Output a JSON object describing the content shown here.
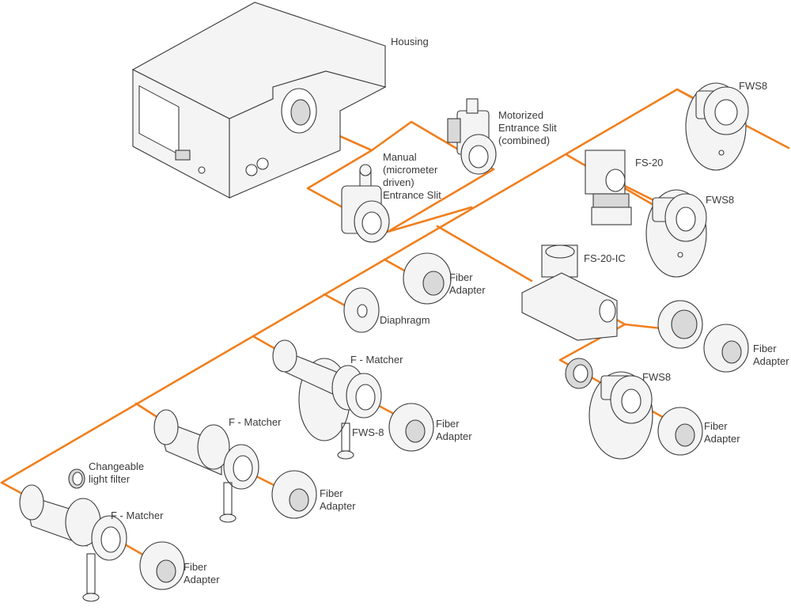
{
  "colors": {
    "connector": "#f07f1e",
    "outline": "#3a3a3a",
    "part_fill": "#f4f4f4",
    "part_shade": "#d9d9d9"
  },
  "labels": {
    "housing": "Housing",
    "motorized_slit": [
      "Motorized",
      "Entrance Slit",
      "(combined)"
    ],
    "manual_slit": [
      "Manual",
      "(micrometer",
      "driven)",
      "Entrance Slit"
    ],
    "fws8_top": "FWS8",
    "fs20": "FS-20",
    "fws8_mid": "FWS8",
    "fs20_ic": "FS-20-IC",
    "fiber_adapter_1": [
      "Fiber",
      "Adapter"
    ],
    "diaphragm": "Diaphragm",
    "f_matcher_1": "F - Matcher",
    "fws_8": "FWS-8",
    "fiber_adapter_2": [
      "Fiber",
      "Adapter"
    ],
    "f_matcher_2": "F - Matcher",
    "fiber_adapter_3": [
      "Fiber",
      "Adapter"
    ],
    "changeable_filter": [
      "Changeable",
      "light filter"
    ],
    "f_matcher_3": "F - Matcher",
    "fiber_adapter_4": [
      "Fiber",
      "Adapter"
    ],
    "fiber_adapter_right_1": [
      "Fiber",
      "Adapter"
    ],
    "fws8_bottom": "FWS8",
    "fiber_adapter_right_2": [
      "Fiber",
      "Adapter"
    ]
  }
}
